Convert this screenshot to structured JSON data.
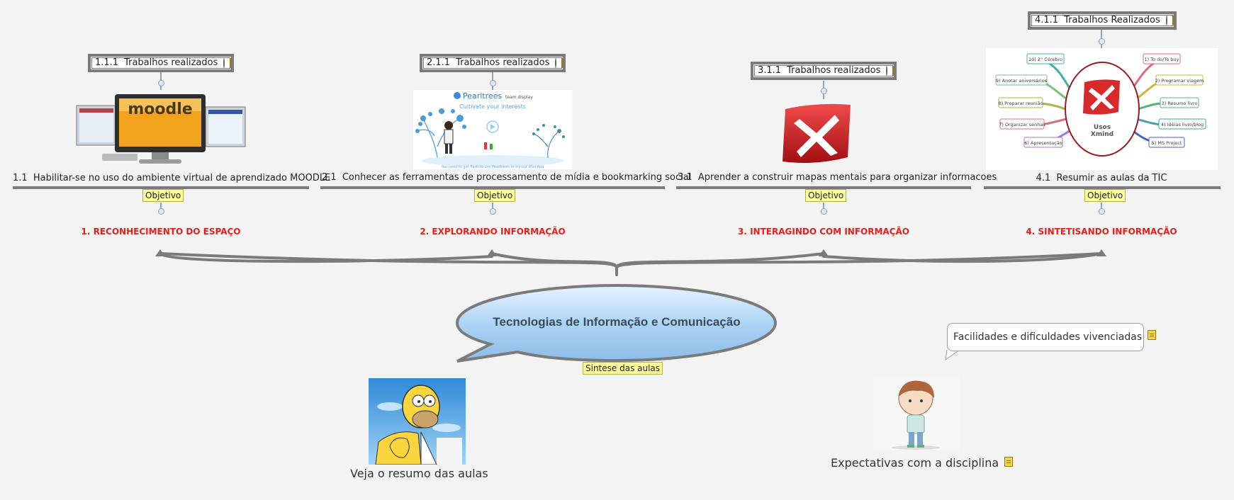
{
  "central": {
    "title": "Tecnologias de Informação e Comunicação",
    "label": "Sintese das aulas"
  },
  "branches": [
    {
      "title": "RECONHECIMENTO DO ESPAÇO",
      "number": "1.",
      "label": "Objetivo",
      "subtopic": {
        "number": "1.1",
        "text": "Habilitar-se no uso do ambiente virtual de aprendizado MOODLE"
      },
      "work": {
        "number": "1.1.1",
        "text": "Trabalhos realizados"
      },
      "image": {
        "icon": "moodle-computers-image",
        "text": "moodle"
      }
    },
    {
      "title": "EXPLORANDO INFORMAÇÃO",
      "number": "2.",
      "label": "Objetivo",
      "subtopic": {
        "number": "2.1",
        "text": "Conhecer as ferramentas de  processamento de mídia  e bookmarking social"
      },
      "work": {
        "number": "2.1.1",
        "text": "Trabalhos realizados"
      },
      "image": {
        "icon": "pearltrees-image",
        "brand": "Pearltrees",
        "brand_tag": "team display",
        "tagline": "Cultivate your interests",
        "footer": "You need to get flash to use Pearltrees or try our iPad App"
      }
    },
    {
      "title": "INTERAGINDO COM INFORMAÇÃO",
      "number": "3.",
      "label": "Objetivo",
      "subtopic": {
        "number": "3.1",
        "text": "Aprender a construir mapas mentais para organizar informacoes"
      },
      "work": {
        "number": "3.1.1",
        "text": "Trabalhos realizados"
      },
      "image": {
        "icon": "xmind-logo-image"
      }
    },
    {
      "title": "SINTETISANDO INFORMAÇÃO",
      "number": "4.",
      "label": "Objetivo",
      "subtopic": {
        "number": "4.1",
        "text": "Resumir as aulas da TIC"
      },
      "work": {
        "number": "4.1.1",
        "text": "Trabalhos Realizados"
      },
      "image": {
        "icon": "xmind-uses-map-image",
        "center": [
          "Usos",
          "Xmind"
        ],
        "items_left": [
          "10) 2° Cérebro",
          "9) Anotar aniversários",
          "8) Preparar reunião",
          "7) Organizar senhas",
          "6) Apresentação"
        ],
        "items_right": [
          "1) To do/To buy",
          "2) Programar viagem",
          "3) Resumo livro",
          "4) Idéias livro/blog",
          "5) MS Project"
        ]
      }
    }
  ],
  "floating": {
    "homer": {
      "caption": "Veja  o resumo das aulas",
      "icon": "homer-image"
    },
    "boy": {
      "caption": "Expectativas com a disciplina",
      "icon": "boy-image"
    },
    "callout": {
      "text": "Facilidades e dificuldades vivenciadas"
    }
  },
  "colors": {
    "branch_title": "#e2211c",
    "label_bg": "#ffffa0",
    "bubble_fill": "#a9d1f4",
    "connector": "#7b7b7b"
  }
}
